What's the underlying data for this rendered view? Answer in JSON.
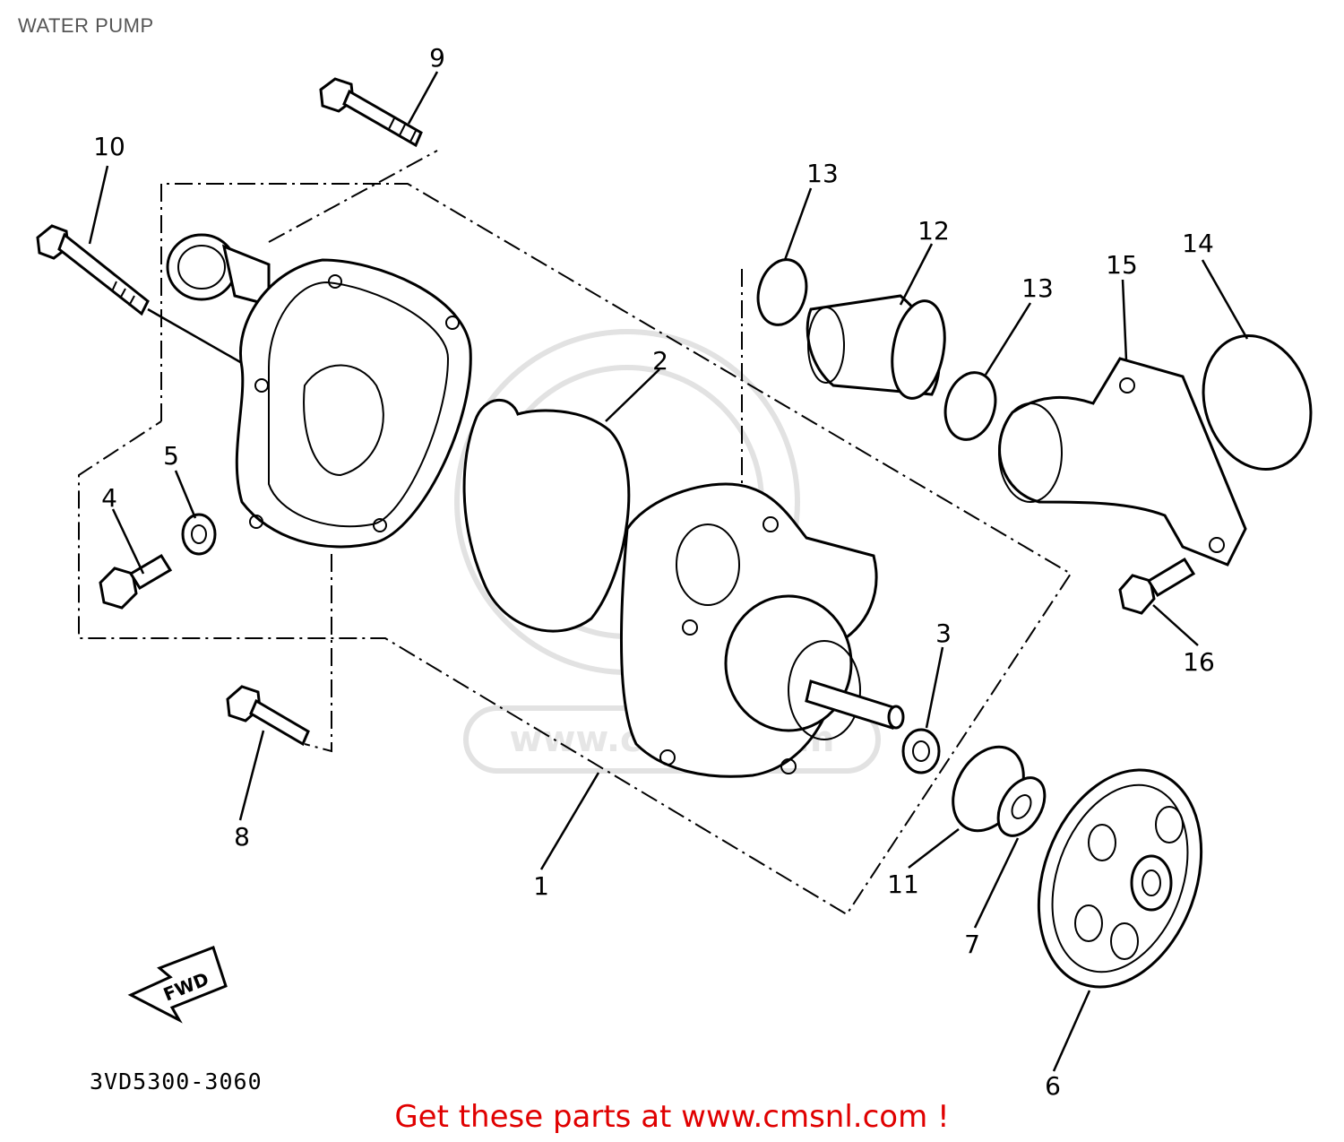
{
  "page_title": "WATER PUMP",
  "part_numbers": [
    "1",
    "2",
    "3",
    "4",
    "5",
    "6",
    "7",
    "8",
    "9",
    "10",
    "11",
    "12",
    "13",
    "13",
    "14",
    "15",
    "16"
  ],
  "direction_label": "FWD",
  "diagram_code": "3VD5300-3060",
  "promo_text": "Get these parts at www.cmsnl.com !",
  "watermark_text": "www.cmsnl.com"
}
